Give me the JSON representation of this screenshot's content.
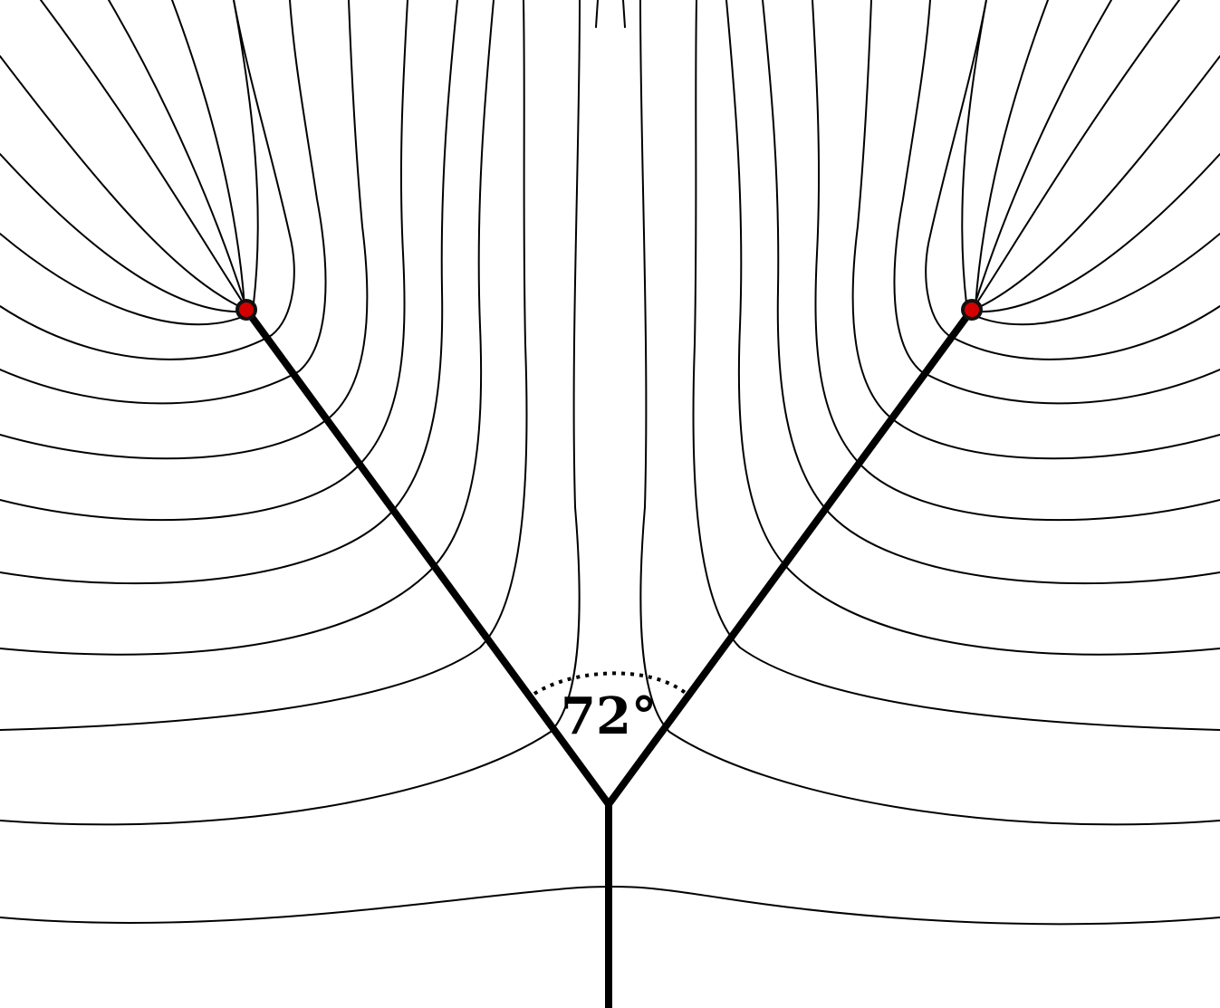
{
  "diagram": {
    "angle_label": "72°",
    "colors": {
      "tip_fill": "#d40000",
      "line": "#000000",
      "background": "#ffffff"
    },
    "elements": [
      "field-lines",
      "y-branch",
      "angle-arc",
      "tip-markers"
    ]
  }
}
